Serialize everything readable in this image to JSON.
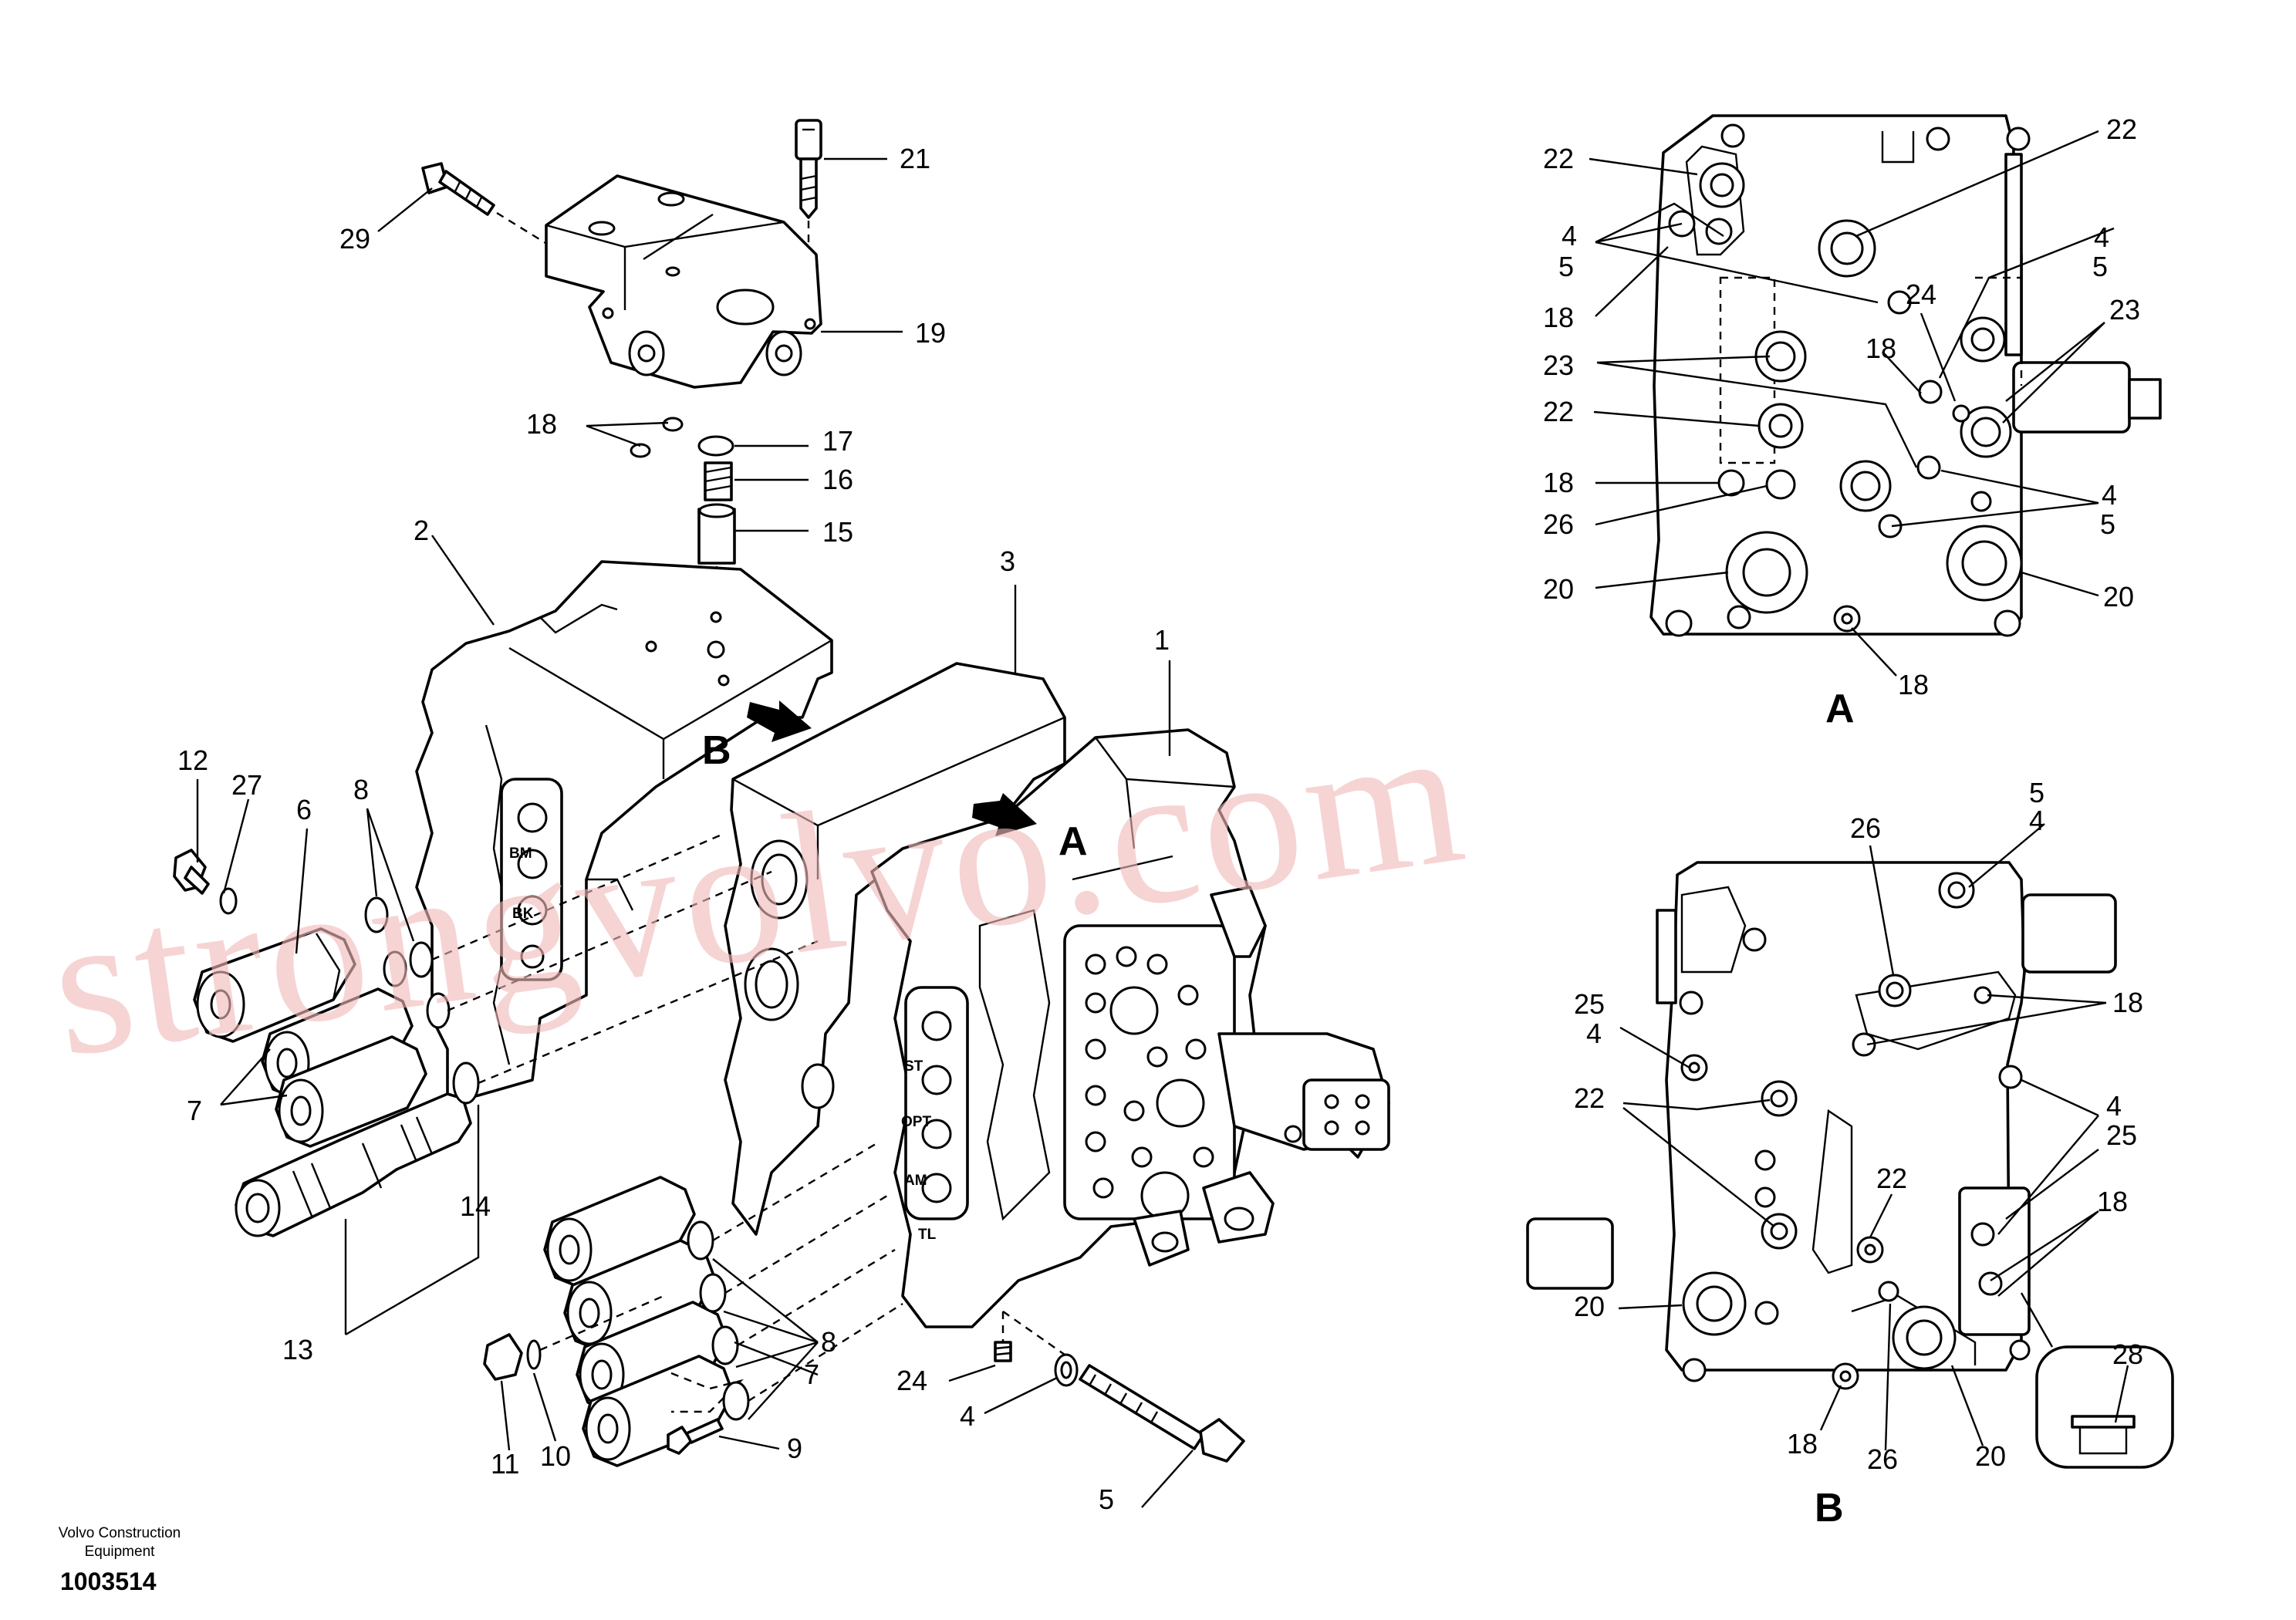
{
  "labels": {
    "main": [
      "21",
      "29",
      "19",
      "18",
      "17",
      "16",
      "15",
      "2",
      "3",
      "1",
      "12",
      "27",
      "6",
      "8",
      "7",
      "14",
      "13",
      "8",
      "7",
      "24",
      "4",
      "5",
      "11",
      "10",
      "9"
    ],
    "inner": [
      "BM",
      "BK",
      "ST",
      "OPT",
      "AM",
      "TL"
    ],
    "view_a": [
      "22",
      "22",
      "4",
      "5",
      "18",
      "24",
      "4",
      "5",
      "23",
      "23",
      "18",
      "22",
      "18",
      "26",
      "4",
      "5",
      "20",
      "20",
      "18"
    ],
    "view_b": [
      "5",
      "4",
      "26",
      "18",
      "25",
      "4",
      "22",
      "4",
      "25",
      "22",
      "18",
      "20",
      "18",
      "26",
      "20",
      "28"
    ]
  },
  "views": {
    "a": "A",
    "b": "B",
    "arrow_a": "A",
    "arrow_b": "B"
  },
  "watermark": "strongvolvo.com",
  "credit": {
    "line1": "Volvo Construction",
    "line2": "Equipment",
    "number": "1003514"
  }
}
